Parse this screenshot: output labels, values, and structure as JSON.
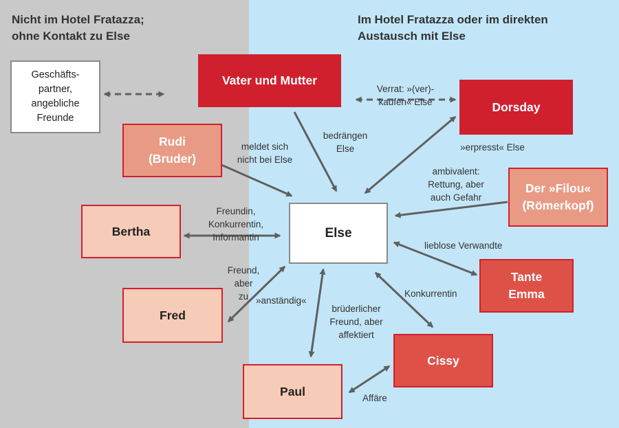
{
  "headers": {
    "left": "Nicht im Hotel Fratazza;\nohne Kontakt zu Else",
    "right": "Im Hotel Fratazza oder im direkten\nAustausch mit Else"
  },
  "nodes": {
    "else": "Else",
    "eltern": "Vater und Mutter",
    "dorsday": "Dorsday",
    "filou": "Der »Filou«\n(Römerkopf)",
    "emma": "Tante\nEmma",
    "cissy": "Cissy",
    "paul": "Paul",
    "fred": "Fred",
    "bertha": "Bertha",
    "rudi": "Rudi\n(Bruder)",
    "geschaeft": "Geschäfts-\npartner,\nangebliche\nFreunde"
  },
  "edges": {
    "rudi": "meldet sich\nnicht bei Else",
    "eltern": "bedrängen\nElse",
    "verrat": "Verrat: »(ver)-\nkaufen« Else",
    "erpresst": "»erpresst« Else",
    "filou": "ambivalent:\nRettung, aber\nauch Gefahr",
    "emma": "lieblose Verwandte",
    "cissy": "Konkurrentin",
    "bertha": "Freundin,\nKonkurrentin,\nInformantin",
    "fred_a": "Freund,\naber\nzu",
    "fred_b": "»anständig«",
    "paul": "brüderlicher\nFreund, aber\naffektiert",
    "affaere": "Affäre"
  },
  "colors": {
    "left_bg": "#c9c9c9",
    "right_bg": "#c2e6f7",
    "dark_red": "#d0202e",
    "mid_red": "#de5147",
    "salmon": "#e99a85",
    "light": "#f6cbb8",
    "arrow": "#606060"
  }
}
